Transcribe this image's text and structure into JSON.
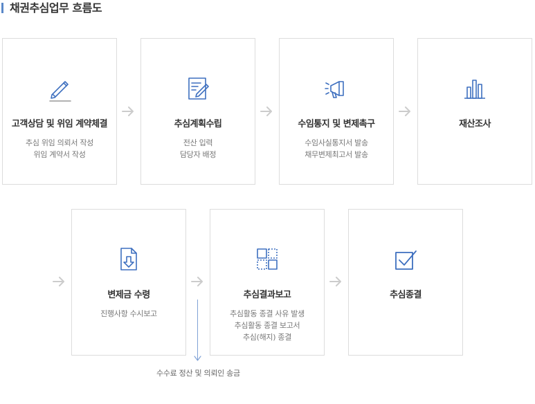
{
  "page": {
    "title": "채권추심업무 흐름도"
  },
  "colors": {
    "accent": "#3d6fbf",
    "border": "#dcdcdc",
    "arrow": "#cccccc"
  },
  "steps": [
    {
      "title": "고객상담 및 위임 계약체결",
      "icon": "pencil-icon",
      "desc": [
        "추심 위임 의뢰서 작성",
        "위임 계약서 작성"
      ]
    },
    {
      "title": "추심계획수립",
      "icon": "document-edit-icon",
      "desc": [
        "전산 입력",
        "담당자 배정"
      ]
    },
    {
      "title": "수임통지 및 변제촉구",
      "icon": "megaphone-icon",
      "desc": [
        "수임사실통지서 발송",
        "채무변제최고서 발송"
      ]
    },
    {
      "title": "재산조사",
      "icon": "bar-chart-icon",
      "desc": []
    },
    {
      "title": "변제금 수령",
      "icon": "download-document-icon",
      "desc": [
        "진행사항 수시보고"
      ]
    },
    {
      "title": "추심결과보고",
      "icon": "layout-report-icon",
      "desc": [
        "추심활동 종결 사유 발생",
        "추심활동 종결 보고서",
        "추심(해지) 종결"
      ]
    },
    {
      "title": "추심종결",
      "icon": "checkbox-icon",
      "desc": []
    }
  ],
  "footnote": "수수료 정산 및 의뢰인 송금"
}
